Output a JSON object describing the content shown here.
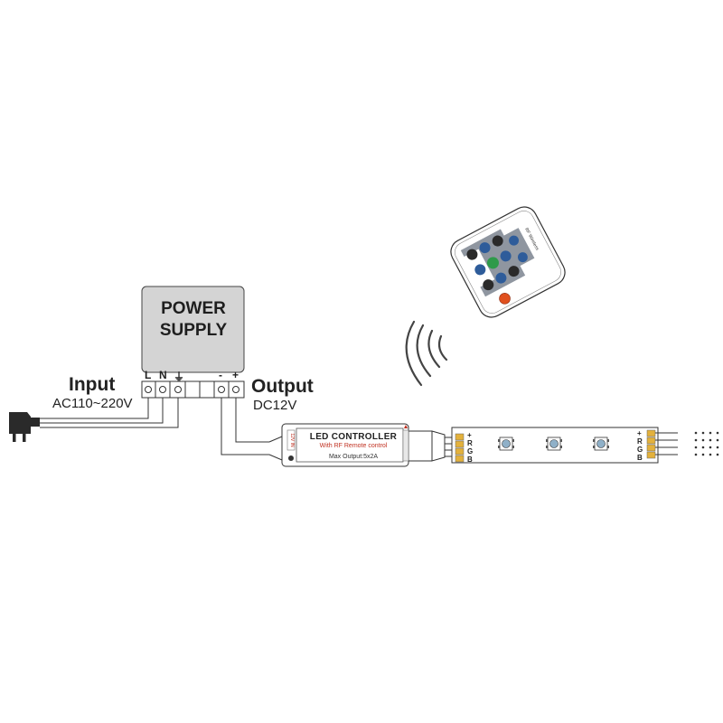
{
  "power_supply": {
    "line1": "POWER",
    "line2": "SUPPLY",
    "terminals": [
      "L",
      "N",
      "⏚",
      "-",
      "+"
    ]
  },
  "input": {
    "label": "Input",
    "spec": "AC110~220V"
  },
  "output": {
    "label": "Output",
    "spec": "DC12V"
  },
  "controller": {
    "title": "LED CONTROLLER",
    "subtitle": "With RF Remote control",
    "max_output": "Max Output:5x2A"
  },
  "strip": {
    "pins": [
      "+",
      "R",
      "G",
      "B"
    ]
  },
  "remote": {
    "brand": "RF Wireless"
  },
  "colors": {
    "outline": "#333333",
    "power_supply_fill": "#d4d4d4",
    "remote_keypad": "#8f96a0",
    "remote_blue_keys": "#2e5c9a",
    "remote_green_key": "#2e9a4a",
    "remote_power_key": "#e0501e",
    "strip_pads": "#e3b13c"
  }
}
